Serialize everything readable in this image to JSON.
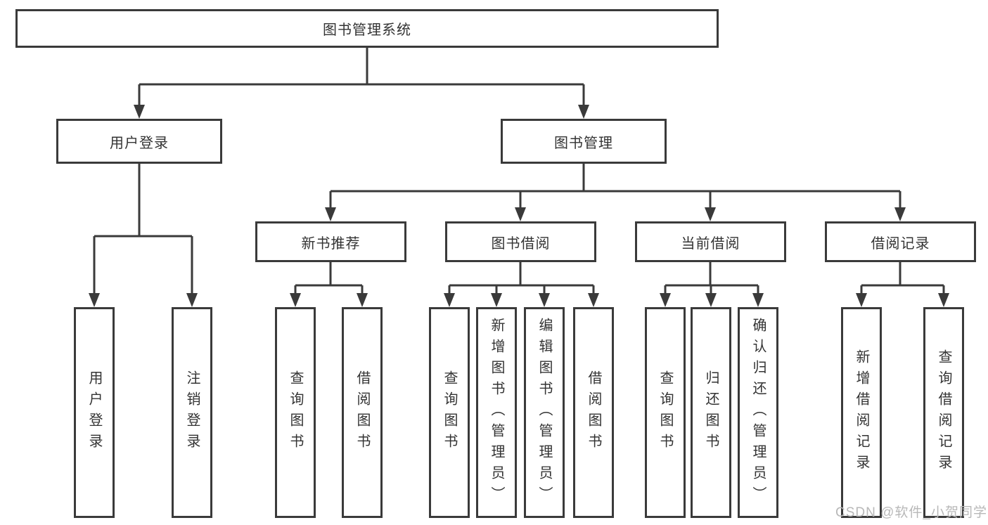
{
  "page": {
    "background": "#ffffff"
  },
  "watermark": {
    "text": "CSDN @软件_小贺同学",
    "color": "#b8b8b8"
  },
  "diagram": {
    "type": "hierarchy-tree",
    "line_color": "#3a3a3a",
    "text_color": "#333333",
    "root": {
      "label": "图书管理系统"
    },
    "branches": [
      {
        "label": "用户登录",
        "children": [
          "用户登录",
          "注销登录"
        ]
      },
      {
        "label": "图书管理",
        "groups": [
          {
            "label": "新书推荐",
            "children": [
              "查询图书",
              "借阅图书"
            ]
          },
          {
            "label": "图书借阅",
            "children": [
              "查询图书",
              "新增图书（管理员）",
              "编辑图书（管理员）",
              "借阅图书"
            ]
          },
          {
            "label": "当前借阅",
            "children": [
              "查询图书",
              "归还图书",
              "确认归还（管理员）"
            ]
          },
          {
            "label": "借阅记录",
            "children": [
              "新增借阅记录",
              "查询借阅记录"
            ]
          }
        ]
      }
    ]
  }
}
